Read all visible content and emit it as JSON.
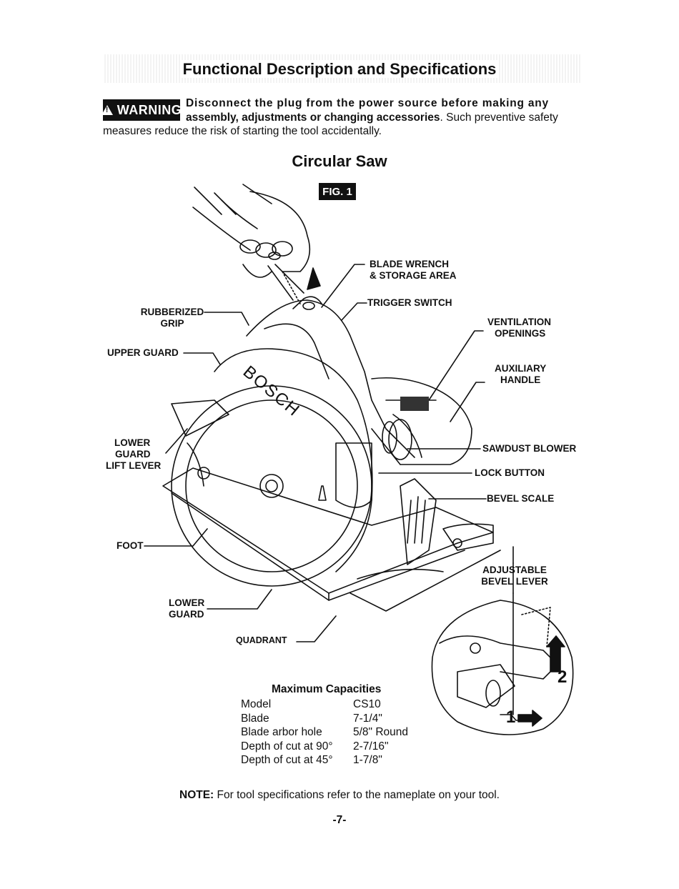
{
  "header": {
    "title": "Functional Description and Specifications"
  },
  "warning": {
    "badge": "WARNING",
    "bold_part1": "Disconnect the plug from the power source before making any",
    "bold_part2": "assembly, adjustments or changing accessories",
    "rest_line1": ". Such preventive safety",
    "rest_line2": "measures reduce the risk of starting the tool accidentally."
  },
  "section": {
    "title": "Circular Saw",
    "figure_badge": "FIG. 1"
  },
  "labels": {
    "blade_wrench_1": "BLADE WRENCH",
    "blade_wrench_2": "& STORAGE AREA",
    "trigger_switch": "TRIGGER SWITCH",
    "rubberized_grip_1": "RUBBERIZED",
    "rubberized_grip_2": "GRIP",
    "ventilation_1": "VENTILATION",
    "ventilation_2": "OPENINGS",
    "upper_guard": "UPPER GUARD",
    "auxiliary_1": "AUXILIARY",
    "auxiliary_2": "HANDLE",
    "lower_guard_lift_1": "LOWER",
    "lower_guard_lift_2": "GUARD",
    "lower_guard_lift_3": "LIFT LEVER",
    "sawdust_blower": "SAWDUST BLOWER",
    "lock_button": "LOCK BUTTON",
    "bevel_scale": "BEVEL SCALE",
    "foot": "FOOT",
    "adjustable_1": "ADJUSTABLE",
    "adjustable_2": "BEVEL LEVER",
    "lower_guard_1": "LOWER",
    "lower_guard_2": "GUARD",
    "quadrant": "QUADRANT",
    "brand": "BOSCH",
    "step_1": "1",
    "step_2": "2"
  },
  "capacities": {
    "title": "Maximum Capacities",
    "rows": [
      {
        "k": "Model",
        "v": "CS10"
      },
      {
        "k": "Blade",
        "v": "7-1/4\""
      },
      {
        "k": "Blade arbor hole",
        "v": "5/8\" Round"
      },
      {
        "k": "Depth of cut at 90°",
        "v": "2-7/16\""
      },
      {
        "k": "Depth of cut at 45°",
        "v": "1-7/8\""
      }
    ]
  },
  "note": {
    "label": "NOTE:",
    "text": " For tool specifications refer to the nameplate on your tool."
  },
  "page": {
    "number": "-7-"
  }
}
